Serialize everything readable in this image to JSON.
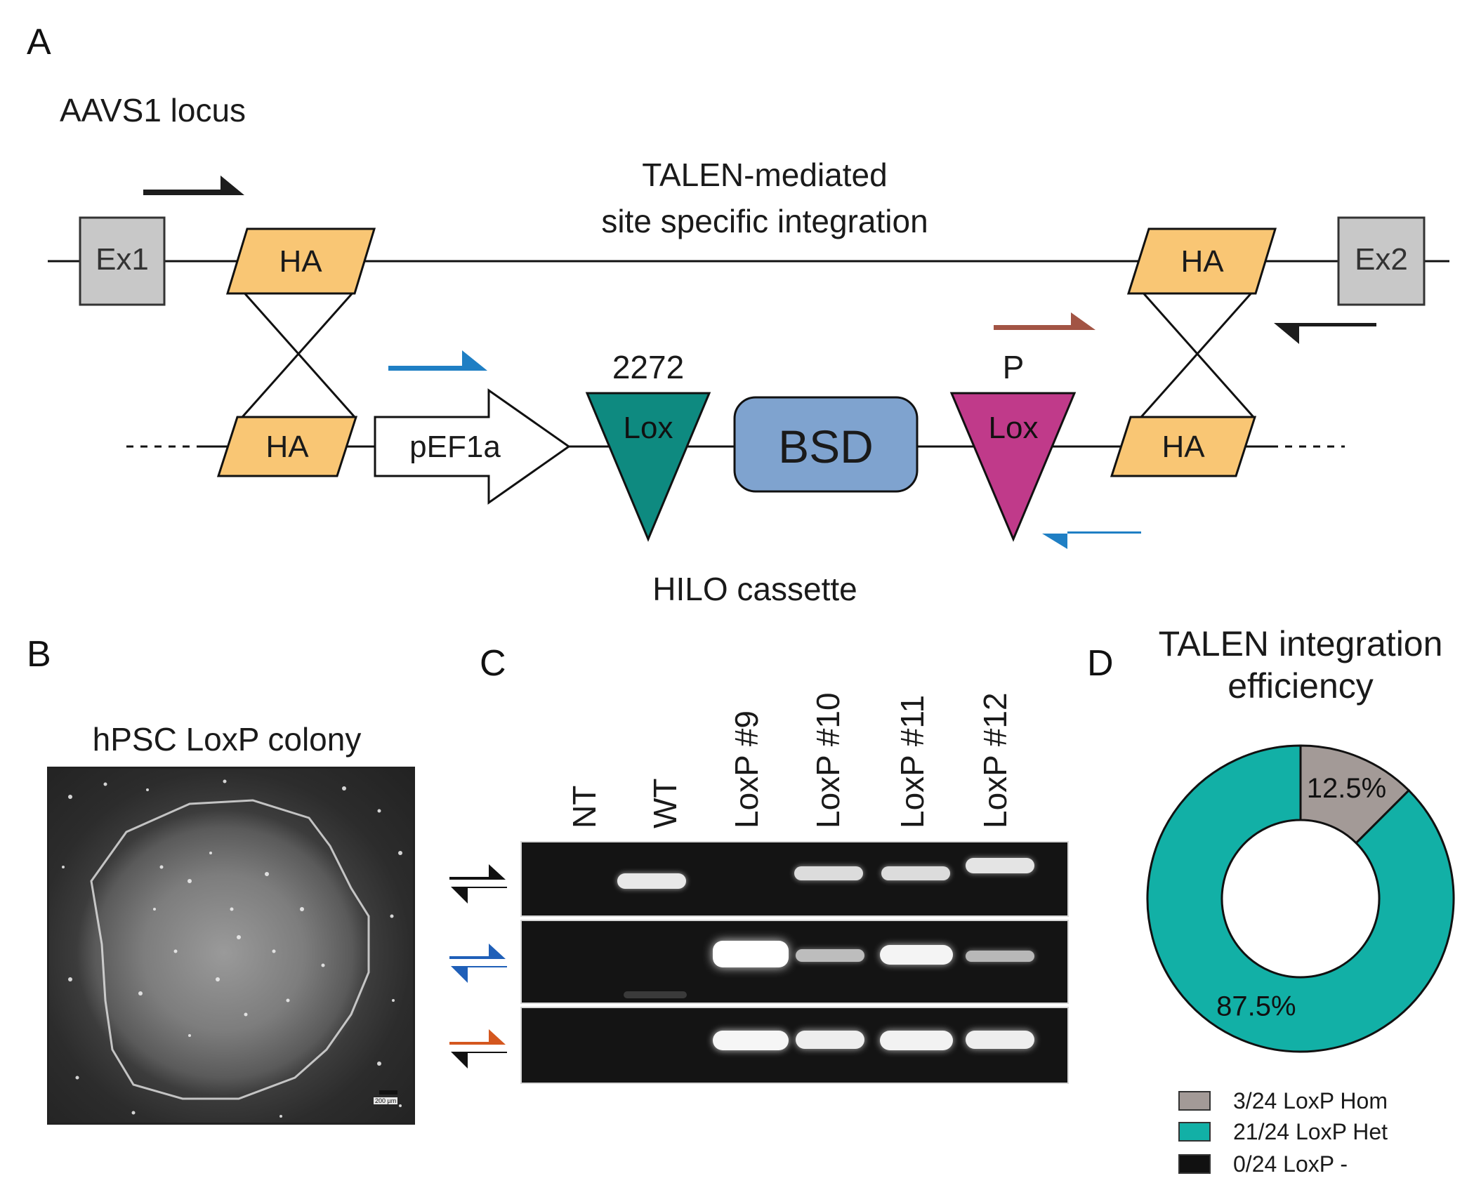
{
  "panels": {
    "a": "A",
    "b": "B",
    "c": "C",
    "d": "D"
  },
  "panel_a": {
    "locus_label": "AAVS1 locus",
    "talen_line1": "TALEN-mediated",
    "talen_line2": "site specific integration",
    "exon1": "Ex1",
    "exon2": "Ex2",
    "homology_arm": "HA",
    "promoter": "pEF1a",
    "lox2272_number": "2272",
    "lox_label": "Lox",
    "loxp_p": "P",
    "selection": "BSD",
    "cassette_label": "HILO cassette",
    "colors": {
      "ha_fill": "#f9c674",
      "exon_fill": "#c8c8c8",
      "lox2272_fill": "#0e8a80",
      "loxp_fill": "#c03a8a",
      "bsd_fill": "#7fa3cf",
      "primer_black": "#1c1c1c",
      "primer_blue": "#1f7fc4",
      "primer_brown": "#a25444"
    }
  },
  "panel_b": {
    "title": "hPSC LoxP colony",
    "scale_bar": "200 µm"
  },
  "panel_c": {
    "lanes": [
      "NT",
      "WT",
      "LoxP #9",
      "LoxP #10",
      "LoxP #11",
      "LoxP #12"
    ],
    "primer_icons": [
      "black-black-primers-icon",
      "blue-blue-primers-icon",
      "orange-black-primers-icon"
    ]
  },
  "panel_d": {
    "title_line1": "TALEN integration",
    "title_line2": "efficiency",
    "legend": [
      {
        "text": "3/24  LoxP Hom",
        "color": "#a39a97"
      },
      {
        "text": "21/24  LoxP Het",
        "color": "#12b0a6"
      },
      {
        "text": "0/24 LoxP -",
        "color": "#111111"
      }
    ]
  },
  "chart_data": {
    "type": "pie",
    "title": "TALEN integration efficiency",
    "categories": [
      "LoxP Hom",
      "LoxP Het",
      "LoxP -"
    ],
    "values": [
      3,
      21,
      0
    ],
    "slice_labels": [
      "12.5%",
      "87.5%",
      ""
    ],
    "colors": [
      "#a39a97",
      "#12b0a6",
      "#111111"
    ],
    "donut": true
  }
}
